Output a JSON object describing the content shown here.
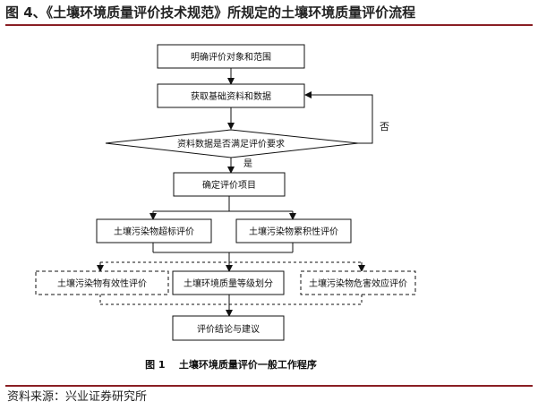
{
  "title": "图 4、《土壤环境质量评价技术规范》所规定的土壤环境质量评价流程",
  "source": "资料来源：兴业证券研究所",
  "caption": "图 1    土壤环境质量评价一般工作程序",
  "nodes": {
    "scope": "明确评价对象和范围",
    "data": "获取基础资料和数据",
    "decision": "资料数据是否满足评价要求",
    "items": "确定评价项目",
    "exceed": "土壤污染物超标评价",
    "accumulate": "土壤污染物累积性评价",
    "effective": "土壤污染物有效性评价",
    "grade": "土壤环境质量等级划分",
    "hazard": "土壤污染物危害效应评价",
    "conclusion": "评价结论与建议"
  },
  "labels": {
    "yes": "是",
    "no": "否"
  }
}
